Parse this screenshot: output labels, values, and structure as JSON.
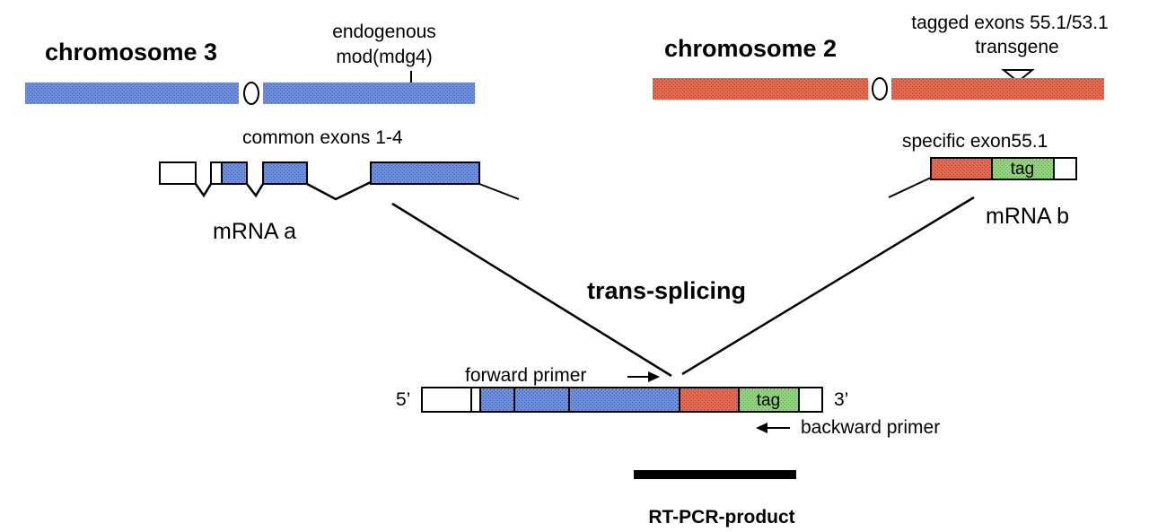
{
  "colors": {
    "blue": "#6f8fd6",
    "red": "#e46a4e",
    "green": "#93d37d",
    "black": "#000000"
  },
  "chromosome_left": {
    "title": "chromosome 3",
    "annotation_line1": "endogenous",
    "annotation_line2": "mod(mdg4)"
  },
  "chromosome_right": {
    "title": "chromosome 2",
    "annotation_line1": "tagged exons 55.1/53.1",
    "annotation_line2": "transgene"
  },
  "mrna_a": {
    "label": "mRNA a",
    "exons_label": "common exons 1-4"
  },
  "mrna_b": {
    "label": "mRNA b",
    "exon_label": "specific exon55.1",
    "tag_label": "tag"
  },
  "splicing_label": "trans-splicing",
  "product": {
    "five_prime": "5’",
    "three_prime": "3’",
    "tag_label": "tag",
    "forward_primer": "forward primer",
    "backward_primer": "backward primer",
    "result_label": "RT-PCR-product"
  }
}
